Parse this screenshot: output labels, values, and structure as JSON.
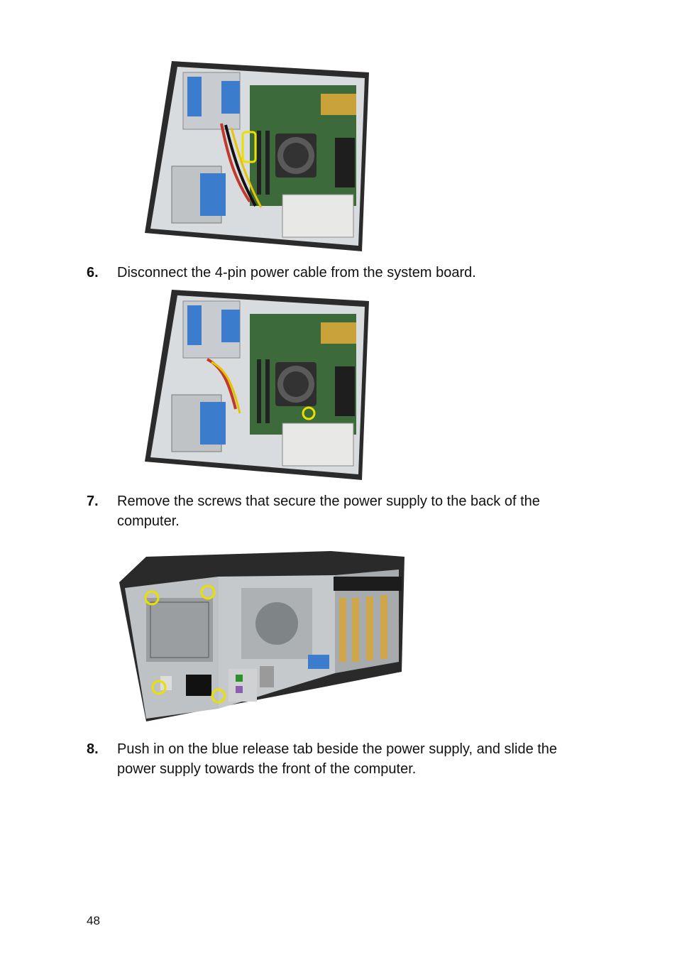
{
  "steps": [
    {
      "number": "6.",
      "text": "Disconnect the 4-pin power cable from the system board."
    },
    {
      "number": "7.",
      "text": "Remove the screws that secure the power supply to the back of the computer."
    },
    {
      "number": "8.",
      "text": "Push in on the blue release tab beside the power supply, and slide the power supply towards the front of the computer."
    }
  ],
  "page_number": "48",
  "colors": {
    "highlight": "#e9e000",
    "chassis": "#2a2a2a",
    "release_tab": "#3b7ccc",
    "board": "#3c6a3a"
  }
}
